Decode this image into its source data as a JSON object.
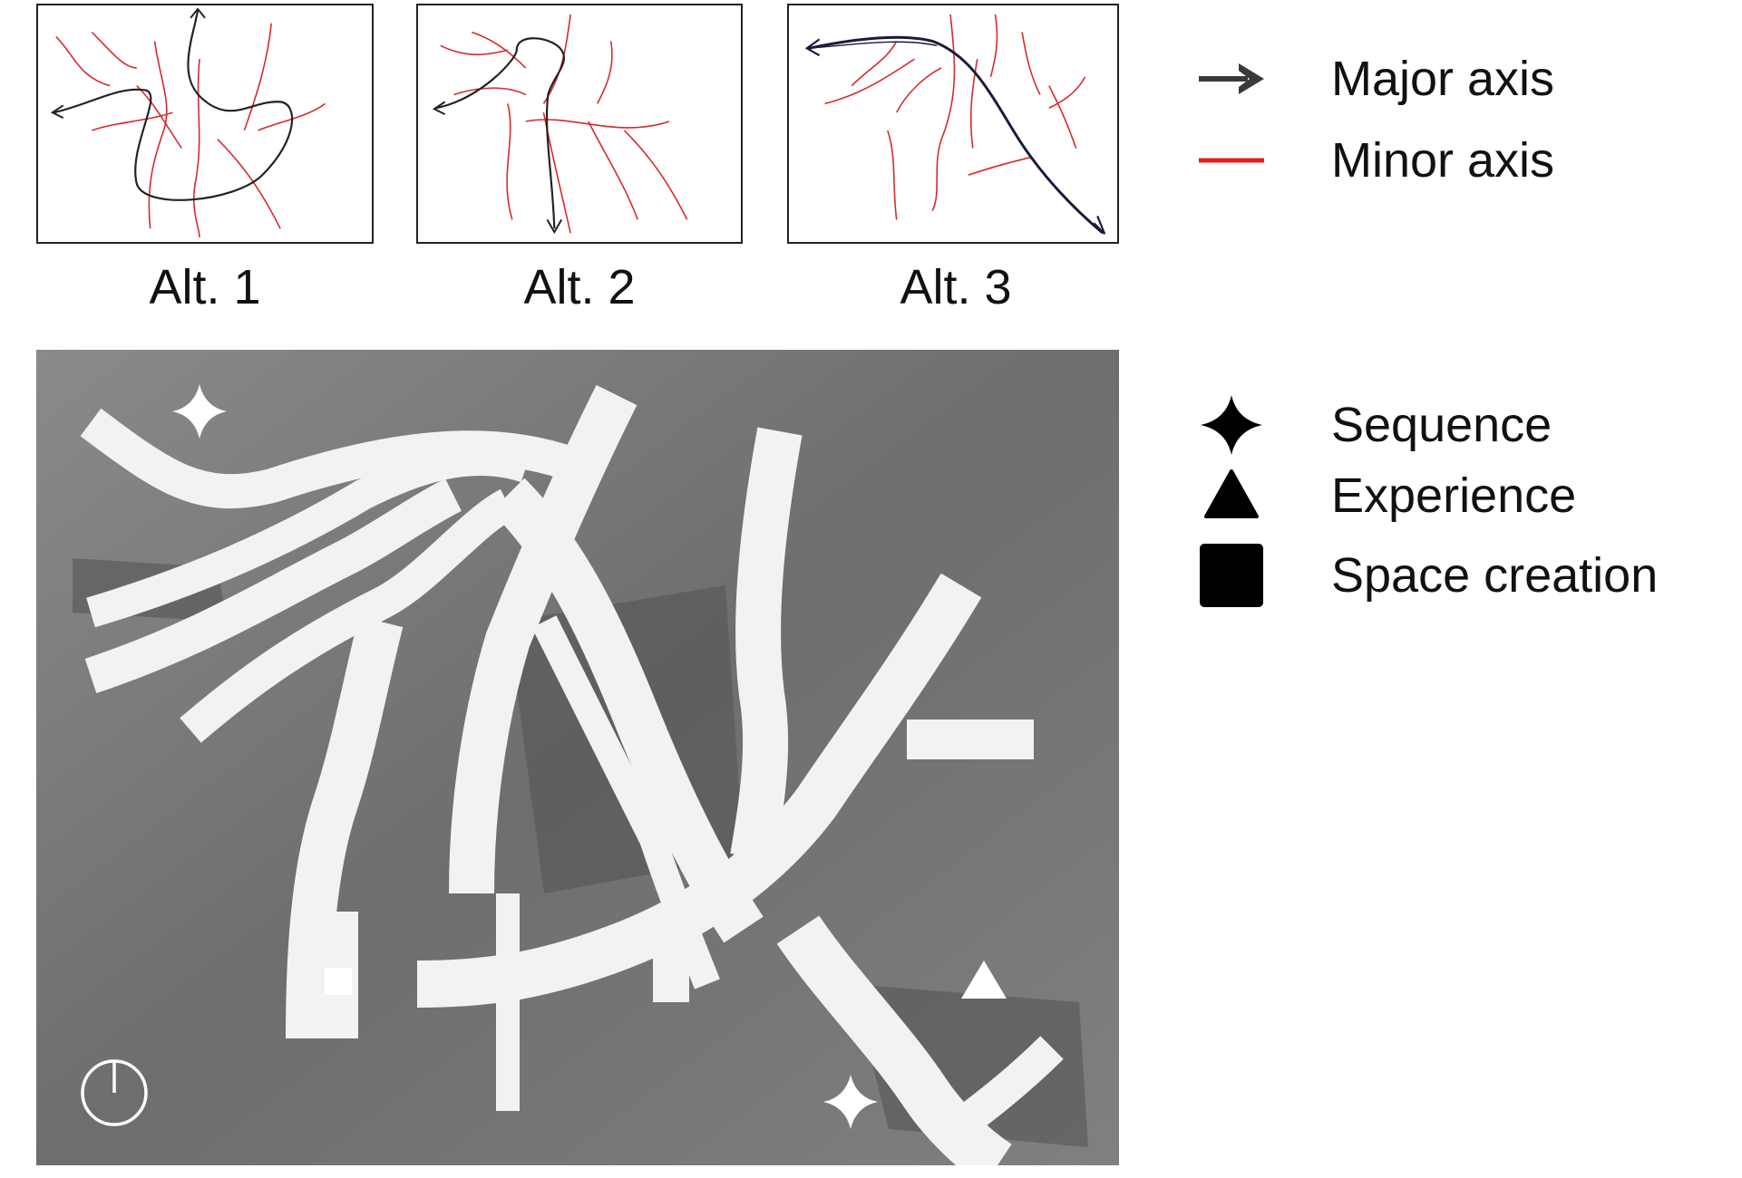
{
  "alternatives": [
    {
      "label": "Alt. 1"
    },
    {
      "label": "Alt. 2"
    },
    {
      "label": "Alt. 3"
    }
  ],
  "legend_axes": [
    {
      "label": "Major axis",
      "symbol": "arrow-icon",
      "color": "#3a3a3a"
    },
    {
      "label": "Minor axis",
      "symbol": "red-line-icon",
      "color": "#e02020"
    }
  ],
  "legend_markers": [
    {
      "label": "Sequence",
      "symbol": "four-point-star-icon",
      "color": "#000000"
    },
    {
      "label": "Experience",
      "symbol": "triangle-icon",
      "color": "#000000"
    },
    {
      "label": "Space creation",
      "symbol": "square-icon",
      "color": "#000000"
    }
  ],
  "colors": {
    "major_axis": "#222222",
    "minor_axis": "#d42a2a",
    "paper_strips": "#f2f2f2",
    "model_base": "#7a7a7a"
  }
}
